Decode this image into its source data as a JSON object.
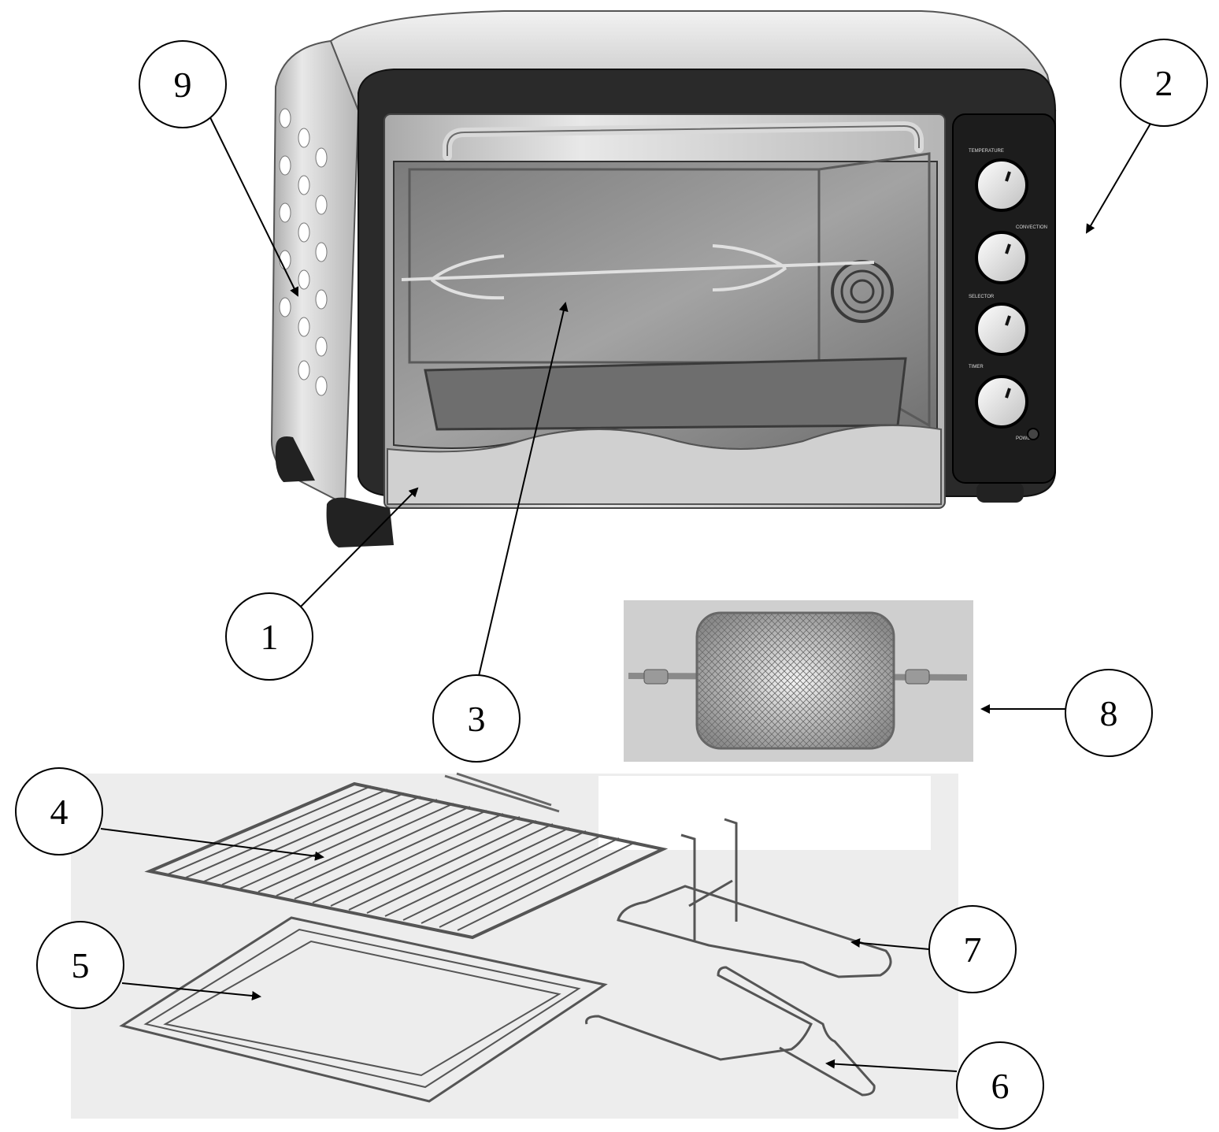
{
  "callouts": {
    "c1": "1",
    "c2": "2",
    "c3": "3",
    "c4": "4",
    "c5": "5",
    "c6": "6",
    "c7": "7",
    "c8": "8",
    "c9": "9"
  },
  "control_panel": {
    "temperature_label": "TEMPERATURE",
    "convection_label": "CONVECTION",
    "selector_label": "SELECTOR",
    "timer_label": "TIMER",
    "power_label": "POWER"
  },
  "colors": {
    "oven_body": "#2a2a2a",
    "steel": "#c8c8c8",
    "glass": "#8e8e8e",
    "accessory_bg": "#ededed"
  }
}
